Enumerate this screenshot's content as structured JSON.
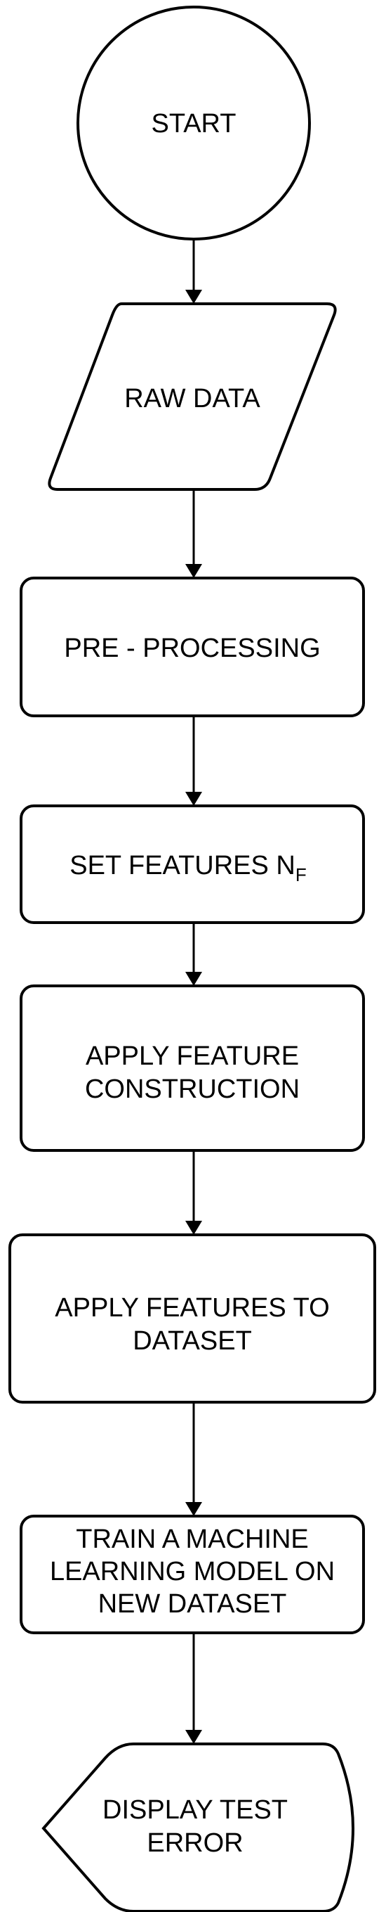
{
  "diagram": {
    "colors": {
      "stroke": "#000000",
      "fill": "#ffffff",
      "text": "#000000"
    },
    "nodes": {
      "start": {
        "label": "START"
      },
      "raw_data": {
        "label": "RAW DATA"
      },
      "pre_processing": {
        "label": "PRE - PROCESSING"
      },
      "set_features": {
        "label_main": "SET FEATURES N",
        "label_sub": "F"
      },
      "apply_feature_construction": {
        "line1": "APPLY FEATURE",
        "line2": "CONSTRUCTION"
      },
      "apply_features_to_dataset": {
        "line1": "APPLY FEATURES TO",
        "line2": "DATASET"
      },
      "train_model": {
        "line1": "TRAIN A MACHINE",
        "line2": "LEARNING MODEL ON",
        "line3": "NEW DATASET"
      },
      "display_test_error": {
        "line1": "DISPLAY TEST",
        "line2": "ERROR"
      }
    }
  }
}
